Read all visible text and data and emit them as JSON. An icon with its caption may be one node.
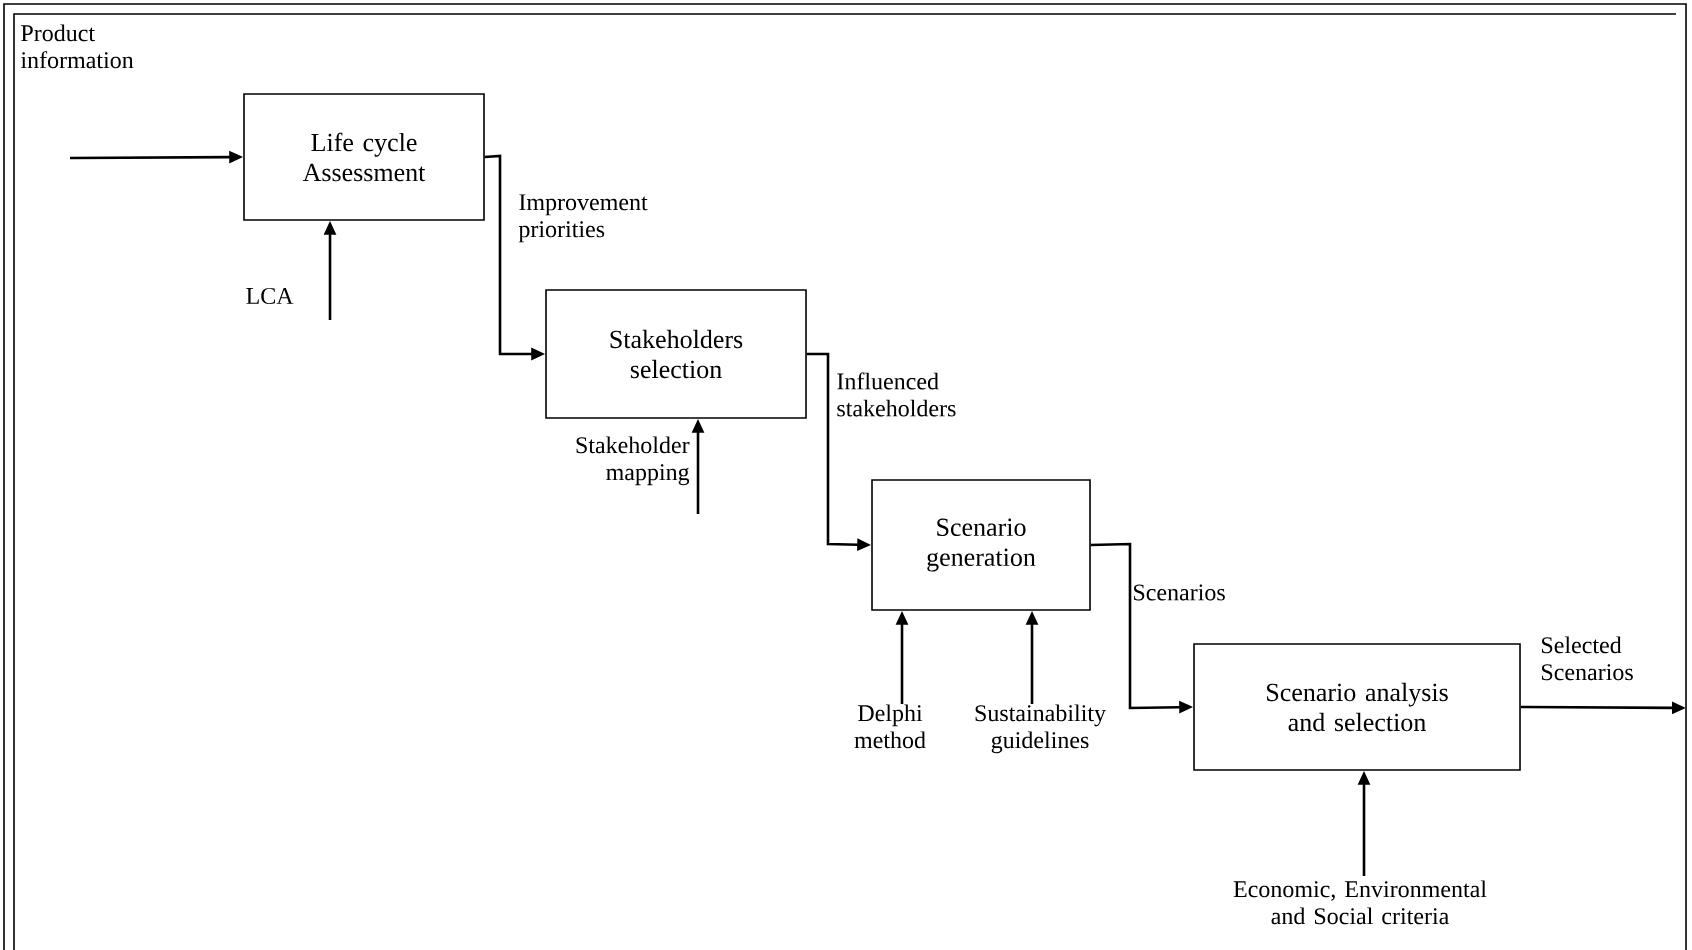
{
  "diagram": {
    "nodes": [
      {
        "text": [
          "Life cycle Assessment"
        ]
      },
      {
        "text": [
          "Stakeholders selection"
        ]
      },
      {
        "text": [
          "Scenario generation"
        ]
      },
      {
        "text": [
          "Scenario analysis and selection"
        ]
      }
    ],
    "edges": [
      {
        "from": null,
        "to": 0,
        "arrow": "to",
        "label": "Product information"
      },
      {
        "from": null,
        "to": 0,
        "arrow": "to",
        "label": "LCA"
      },
      {
        "from": 0,
        "to": 1,
        "arrow": "to",
        "label": "Improvement priorities"
      },
      {
        "from": null,
        "to": 1,
        "arrow": "to",
        "label": "Stakeholder mapping"
      },
      {
        "from": 1,
        "to": 2,
        "arrow": "to",
        "label": "Influenced stakeholders"
      },
      {
        "from": null,
        "to": 2,
        "arrow": "to",
        "label": "Delphi method"
      },
      {
        "from": null,
        "to": 2,
        "arrow": "to",
        "label": "Sustainability guidelines"
      },
      {
        "from": 2,
        "to": 3,
        "arrow": "to",
        "label": "Scenarios"
      },
      {
        "from": null,
        "to": 3,
        "arrow": "to",
        "label": "Economic, Environmental and Social criteria"
      },
      {
        "from": 3,
        "to": null,
        "arrow": "to",
        "label": "Selected Scenarios"
      }
    ]
  }
}
